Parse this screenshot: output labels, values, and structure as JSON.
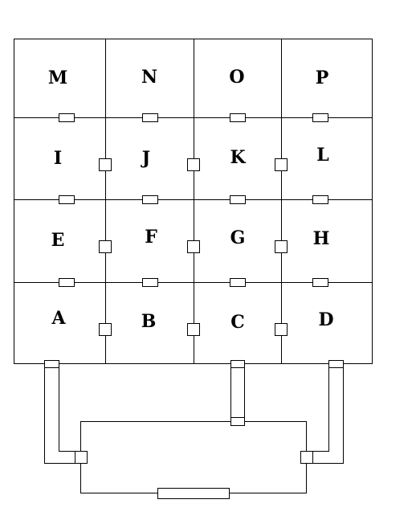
{
  "diagram": {
    "rows": [
      [
        "M",
        "N",
        "O",
        "P"
      ],
      [
        "I",
        "J",
        "K",
        "L"
      ],
      [
        "E",
        "F",
        "G",
        "H"
      ],
      [
        "A",
        "B",
        "C",
        "D"
      ]
    ],
    "colors": {
      "line": "#000000",
      "background": "#ffffff"
    }
  }
}
